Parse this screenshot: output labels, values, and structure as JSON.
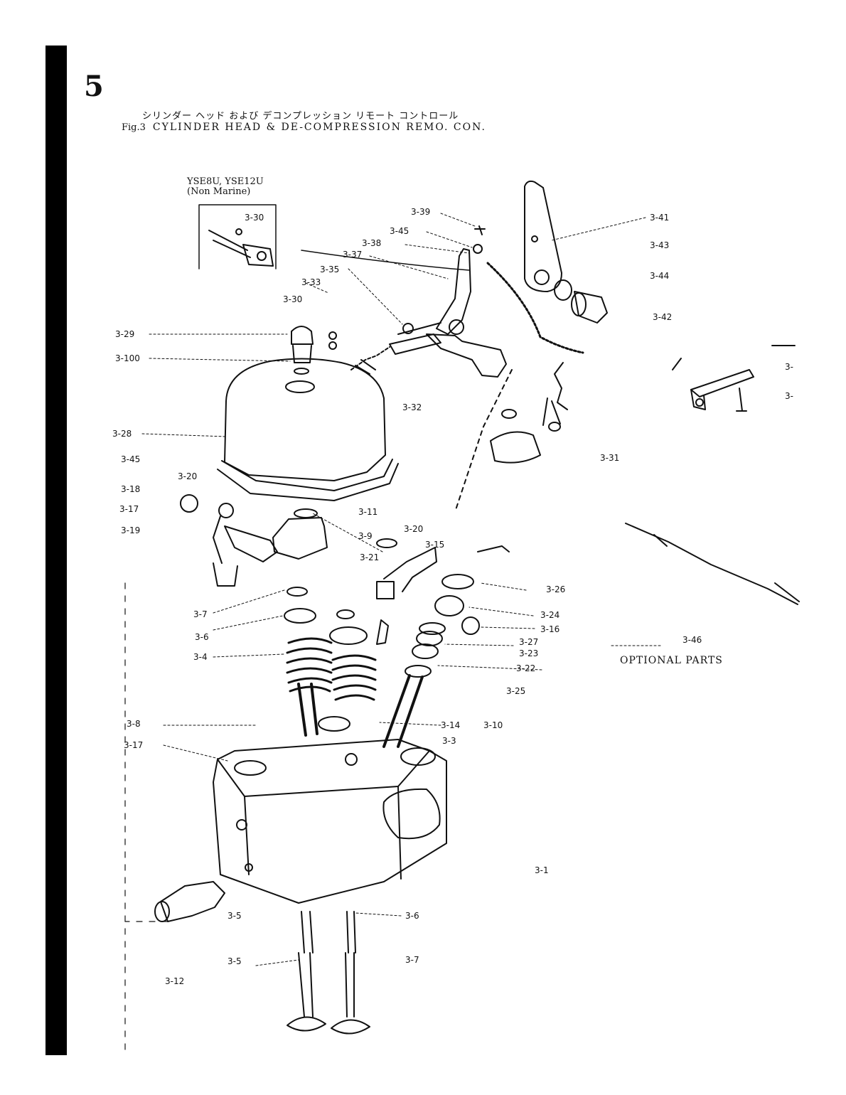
{
  "page_number": "5",
  "title_japanese": "シリンダー ヘッド および デコンプレッション リモート コントロール",
  "figure_number": "Fig.3",
  "figure_title": "CYLINDER HEAD & DE-COMPRESSION REMO. CON.",
  "inset": {
    "title_line1": "YSE8U, YSE12U",
    "title_line2": "(Non Marine)",
    "part_label": "3-30"
  },
  "optional_parts_label": "OPTIONAL PARTS",
  "callouts": [
    "3-39",
    "3-45",
    "3-38",
    "3-37",
    "3-35",
    "3-33",
    "3-30",
    "3-41",
    "3-43",
    "3-44",
    "3-42",
    "3-29",
    "3-100",
    "3-32",
    "3-",
    "3-",
    "3-28",
    "3-45",
    "3-31",
    "3-20",
    "3-18",
    "3-17",
    "3-19",
    "3-11",
    "3-9",
    "3-21",
    "3-20",
    "3-15",
    "3-26",
    "3-24",
    "3-16",
    "3-27",
    "3-23",
    "3-22",
    "3-25",
    "3-10",
    "3-7",
    "3-6",
    "3-4",
    "3-46",
    "3-8",
    "3-17",
    "3-14",
    "3-3",
    "3-1",
    "3-5",
    "3-6",
    "3-5",
    "3-7",
    "3-12"
  ]
}
